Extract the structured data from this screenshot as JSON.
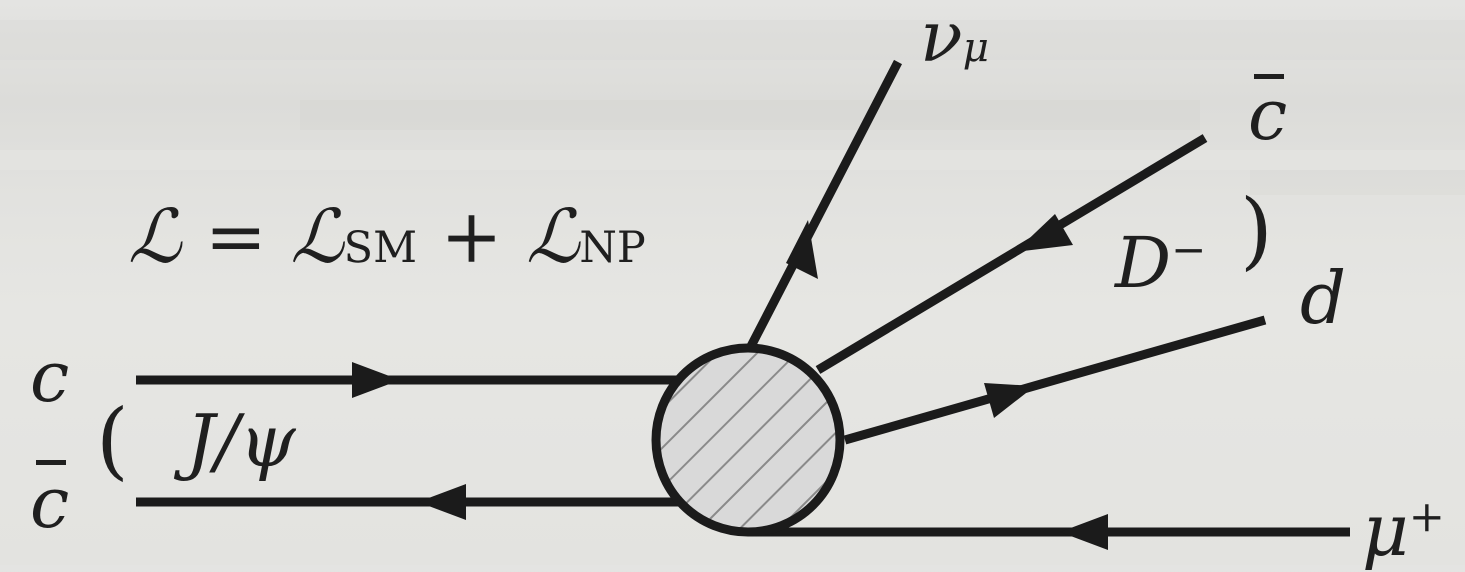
{
  "equation": {
    "script_l": "ℒ",
    "equals": "=",
    "plus": "+",
    "sub_sm": "SM",
    "sub_np": "NP"
  },
  "particles": {
    "c": "c",
    "c_bar": "c",
    "j_psi": "J/ψ",
    "nu": "ν",
    "nu_sub": "μ",
    "c_bar_top": "c",
    "d_meson": "D",
    "d_meson_sup": "−",
    "d": "d",
    "mu": "μ",
    "mu_sup": "+"
  },
  "brackets": {
    "left": "(",
    "right": ")"
  },
  "colors": {
    "line": "#1b1b1b",
    "blob_fill": "#d9d9d9",
    "hatch": "#8a8a8a"
  }
}
